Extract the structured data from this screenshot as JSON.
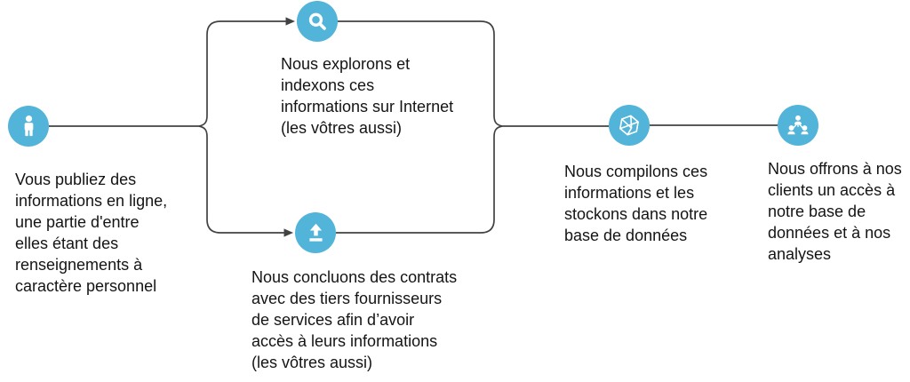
{
  "colors": {
    "node_fill": "#52b4d9",
    "icon": "#ffffff",
    "connector": "#424242",
    "text": "#141414",
    "background": "#ffffff"
  },
  "diagram_type": "flow",
  "nodes": [
    {
      "id": "you-publish",
      "icon": "person-icon",
      "label": "Vous publiez des\ninformations en ligne,\nune partie d'entre\nelles étant des\nrenseignements à\ncaractère personnel"
    },
    {
      "id": "crawl-index",
      "icon": "search-icon",
      "label": "Nous explorons et\nindexons ces\ninformations sur Internet\n(les vôtres aussi)"
    },
    {
      "id": "third-party-contracts",
      "icon": "upload-icon",
      "label": "Nous concluons des contrats\navec des tiers fournisseurs\nde services afin d’avoir\naccès à leurs informations\n(les vôtres aussi)"
    },
    {
      "id": "compile-store",
      "icon": "data-model-icon",
      "label": "Nous compilons ces\ninformations et les\nstockons dans notre\nbase de données"
    },
    {
      "id": "client-access",
      "icon": "org-chart-icon",
      "label": "Nous offrons à nos\nclients un accès à\nnotre base de\ndonnées et à nos\nanalyses"
    }
  ],
  "flow": [
    "you-publish -> crawl-index",
    "you-publish -> third-party-contracts",
    "crawl-index -> compile-store",
    "third-party-contracts -> compile-store",
    "compile-store -> client-access"
  ]
}
